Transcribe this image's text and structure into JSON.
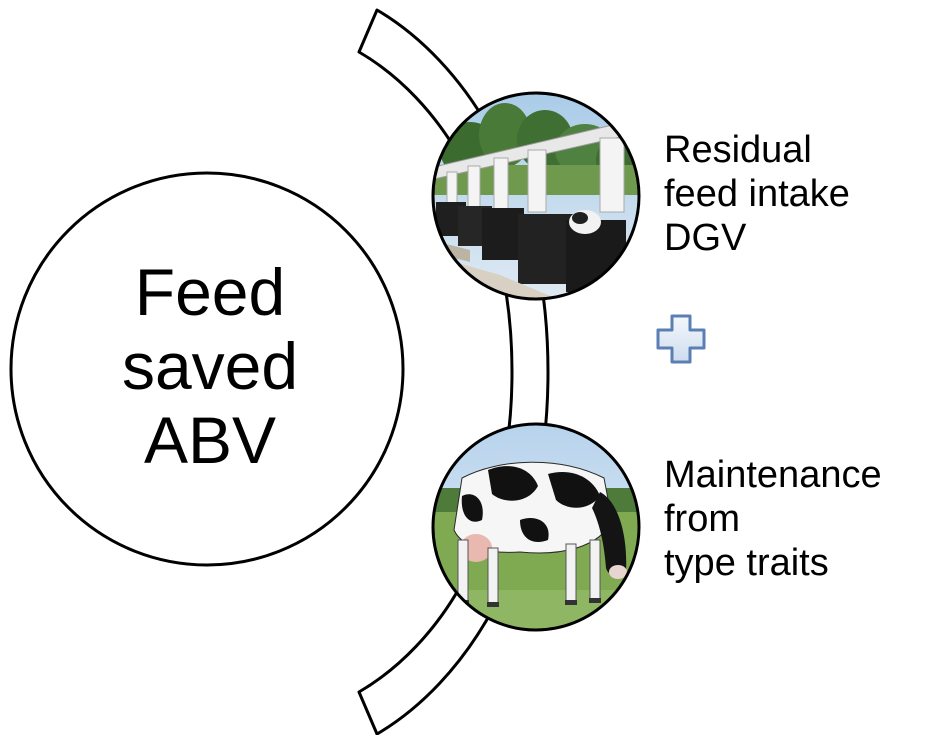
{
  "main_node": {
    "lines": [
      "Feed",
      "saved",
      "ABV"
    ]
  },
  "top_component": {
    "lines": [
      "Residual",
      "feed intake",
      "DGV"
    ],
    "image": "feeding-stalls-photo"
  },
  "operator": {
    "icon": "plus-icon",
    "fill": "#e2ebf6",
    "stroke": "#5b7fb4"
  },
  "bottom_component": {
    "lines": [
      "Maintenance",
      "from",
      "type traits"
    ],
    "image": "holstein-cow-photo"
  },
  "colors": {
    "outline": "#000000",
    "background": "#ffffff"
  }
}
